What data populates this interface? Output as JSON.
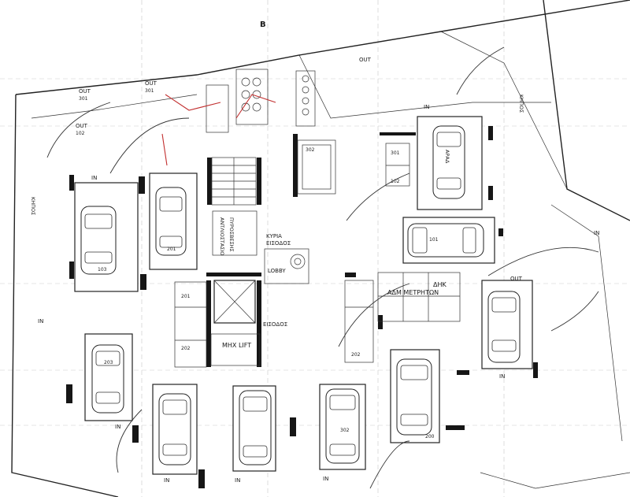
{
  "labels": {
    "north_mark": "B",
    "out_301_a": "OUT",
    "out_301_a_num": "301",
    "out_301_b": "OUT",
    "out_301_b_num": "301",
    "out_102": "OUT",
    "out_102_num": "102",
    "out_top": "OUT",
    "out_right": "OUT",
    "in_labels": [
      "IN",
      "IN",
      "IN",
      "IN",
      "IN",
      "IN",
      "IN",
      "IN",
      "IN"
    ],
    "kypia_eisodos": "ΚΥΡΙΑ",
    "kypia_eisodos_2": "ΕΙΣΟΔΟΣ",
    "lobby": "LOBBY",
    "mhx_lift": "ΜΗΧ LIFT",
    "eisodos_lower": "ΕΙΣΟΔΟΣ",
    "adm_metrhton": "ΑΔΜ ΜΕΤΡΗΤΩΝ",
    "ahk": "ΔΗΚ",
    "room_302": "302",
    "room_301": "301",
    "room_101": "101",
    "room_102": "102",
    "room_202": "202",
    "room_201": "201",
    "room_202_b": "202",
    "dim_200": "200",
    "kipos_left": "ΚΗΠΟΣ",
    "kipos_right": "ΚΗΠΟΣ"
  },
  "parking_spaces": [
    {
      "id": "103"
    },
    {
      "id": "201"
    },
    {
      "id": "203"
    },
    {
      "id": "202"
    },
    {
      "id": "302"
    },
    {
      "id": "301"
    },
    {
      "id": "101"
    },
    {
      "id": "ΑΡΑΔ"
    }
  ],
  "colors": {
    "wall": "#161616",
    "line": "#222222",
    "annotation": "#c23030",
    "grid": "#c9c9c9"
  }
}
